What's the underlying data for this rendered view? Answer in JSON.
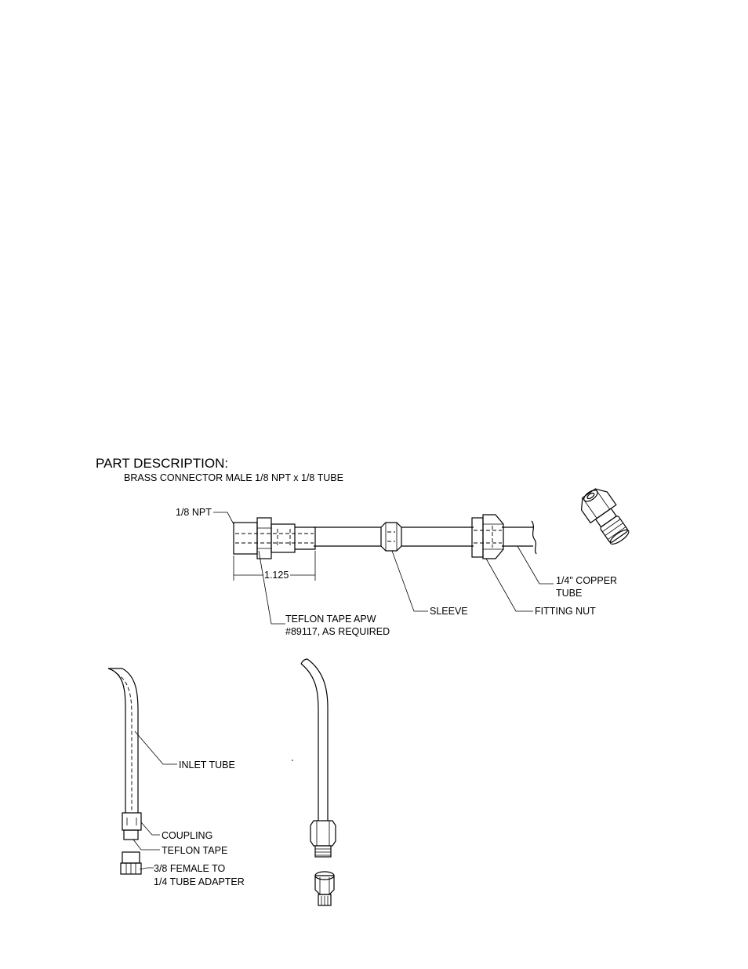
{
  "header": {
    "title": "PART DESCRIPTION:",
    "subtitle": "BRASS CONNECTOR MALE 1/8 NPT x 1/8 TUBE"
  },
  "labels": {
    "npt": "1/8 NPT",
    "dimension": "1.125",
    "teflon_line1": "TEFLON TAPE APW",
    "teflon_line2": "#89117, AS REQUIRED",
    "sleeve": "SLEEVE",
    "fitting_nut": "FITTING NUT",
    "copper_line1": "1/4\" COPPER",
    "copper_line2": "TUBE",
    "inlet_tube": "INLET TUBE",
    "coupling": "COUPLING",
    "teflon_tape": "TEFLON TAPE",
    "adapter_line1": "3/8 FEMALE TO",
    "adapter_line2": "1/4 TUBE ADAPTER"
  }
}
